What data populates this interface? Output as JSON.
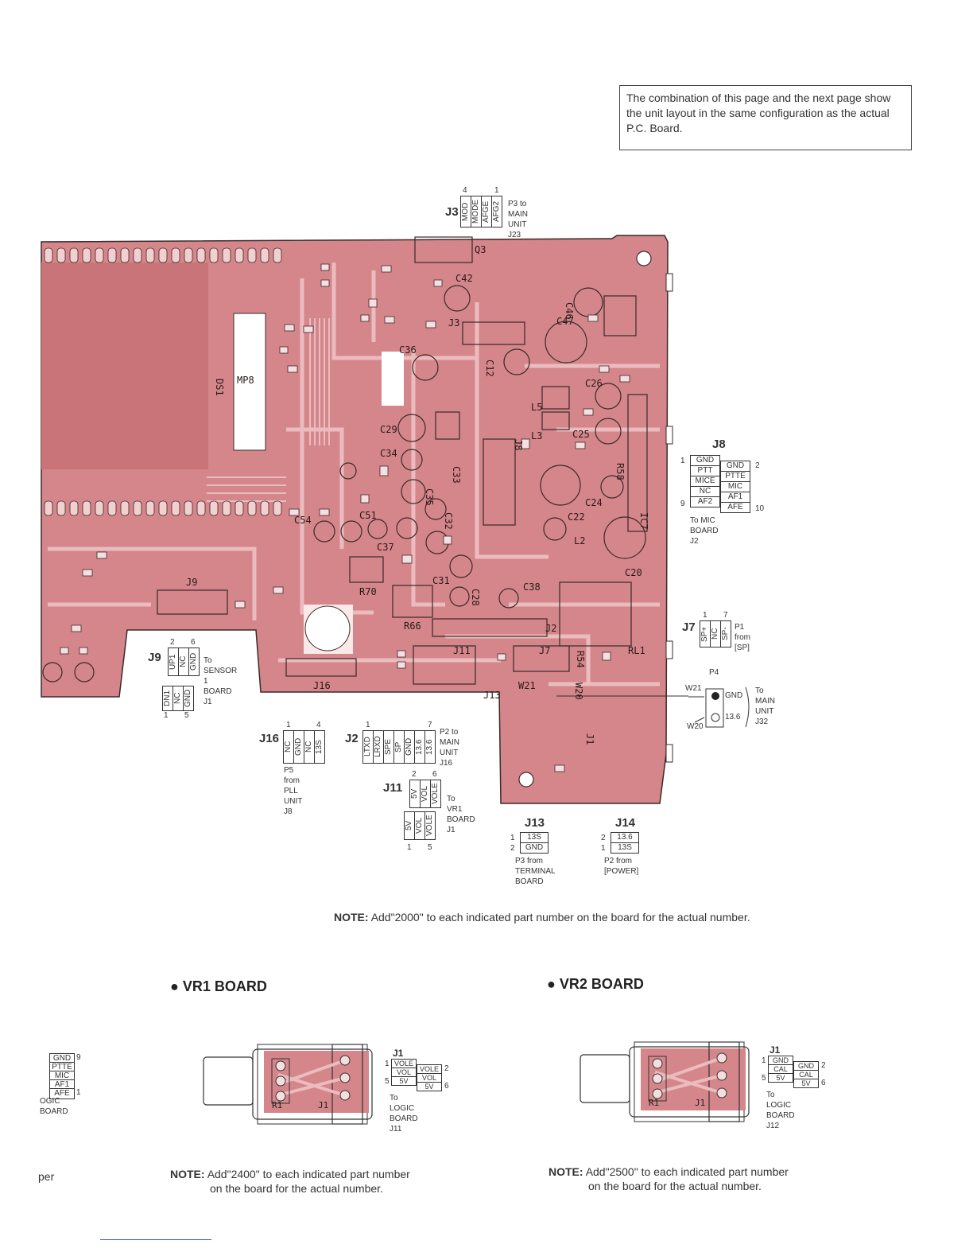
{
  "info_box": "The combination of this page and the next page show the unit layout in the same configuration as the actual P.C. Board.",
  "note_main": {
    "label": "NOTE:",
    "text": "Add\"2000\" to each indicated part number on the board for the actual number."
  },
  "note_vr1": {
    "label": "NOTE:",
    "line1": "Add\"2400\" to each indicated part number",
    "line2": "on the board for the actual number."
  },
  "note_vr2": {
    "label": "NOTE:",
    "line1": "Add\"2500\" to each indicated part number",
    "line2": "on the board for the actual number."
  },
  "vr1_title": "VR1 BOARD",
  "vr2_title": "VR2 BOARD",
  "board_labels": [
    "Q3",
    "C42",
    "C46",
    "C47",
    "J3",
    "C36",
    "C12",
    "DS1",
    "MP8",
    "C29",
    "C26",
    "L5",
    "C25",
    "L3",
    "C34",
    "C33",
    "C35",
    "C32",
    "C24",
    "C22",
    "C54",
    "C51",
    "C37",
    "C31",
    "C28",
    "C38",
    "C20",
    "J9",
    "R70",
    "R66",
    "J2",
    "J11",
    "J7",
    "RL1",
    "J16",
    "J13",
    "W21",
    "W20",
    "J1",
    "R58",
    "IC7",
    "R54",
    "J8",
    "L2"
  ],
  "j3": {
    "name": "J3",
    "pins": [
      "MOD",
      "MODE",
      "AFGE",
      "AFG2"
    ],
    "n1": "4",
    "n2": "1",
    "desc": "P3 to\nMAIN UNIT\nJ23"
  },
  "j8": {
    "name": "J8",
    "left": [
      "GND",
      "PTT",
      "MICE",
      "NC",
      "AF2"
    ],
    "right": [
      "GND",
      "PTTE",
      "MIC",
      "AF1",
      "AFE"
    ],
    "n1": "1",
    "n2": "2",
    "n9": "9",
    "n10": "10",
    "desc": "To MIC BOARD\nJ2"
  },
  "j7": {
    "name": "J7",
    "pins": [
      "SP+",
      "NC",
      "SP-"
    ],
    "n1": "1",
    "n2": "7",
    "desc": "P1\nfrom [SP]"
  },
  "p4": {
    "name": "P4",
    "w21": "W21",
    "w20": "W20",
    "gnd": "GND",
    "v136": "13.6",
    "desc": "To\nMAIN\nUNIT\nJ32"
  },
  "j9": {
    "name": "J9",
    "top": [
      "UP1",
      "NC",
      "GND"
    ],
    "bottom": [
      "DN1",
      "NC",
      "GND"
    ],
    "n2": "2",
    "n6": "6",
    "n1": "1",
    "n5": "5",
    "desc": "To\nSENSOR 1\nBOARD\nJ1"
  },
  "j16": {
    "name": "J16",
    "pins": [
      "NC",
      "GND",
      "NC",
      "13S"
    ],
    "n1": "1",
    "n4": "4",
    "desc": "P5\nfrom\nPLL UNIT\nJ8"
  },
  "j2": {
    "name": "J2",
    "pins": [
      "LTXD",
      "LRXD",
      "SPE",
      "SP",
      "GND",
      "13.6",
      "13.6"
    ],
    "n1": "1",
    "n7": "7",
    "desc": "P2 to\nMAIN UNIT\nJ16"
  },
  "j11": {
    "name": "J11",
    "top": [
      "5V",
      "VOL",
      "VOLE"
    ],
    "bottom": [
      "5V",
      "VOL",
      "VOLE"
    ],
    "n2": "2",
    "n6": "6",
    "n1": "1",
    "n5": "5",
    "desc": "To\nVR1 BOARD\nJ1"
  },
  "j13": {
    "name": "J13",
    "pins": [
      "13S",
      "GND"
    ],
    "n1": "1",
    "n2": "2",
    "desc": "P3 from\nTERMINAL BOARD"
  },
  "j14": {
    "name": "J14",
    "pins": [
      "13.6",
      "13S"
    ],
    "n2": "2",
    "n1": "1",
    "desc": "P2 from\n[POWER]"
  },
  "vr1_j1": {
    "name": "J1",
    "left": [
      "VOLE",
      "VOL",
      "5V"
    ],
    "right": [
      "VOLE",
      "VOL",
      "5V"
    ],
    "n1": "1",
    "n2": "2",
    "n5": "5",
    "n6": "6",
    "desc": "To LOGIC BOARD\nJ11",
    "r1": "R1",
    "j1": "J1"
  },
  "vr2_j1": {
    "name": "J1",
    "left": [
      "GND",
      "CAL",
      "5V"
    ],
    "right": [
      "GND",
      "CAL",
      "5V"
    ],
    "n1": "1",
    "n2": "2",
    "n5": "5",
    "n6": "6",
    "desc": "To LOGIC BOARD\nJ12",
    "r1": "R1",
    "j1": "J1"
  },
  "left_partial": {
    "pins": [
      "GND",
      "PTTE",
      "MIC",
      "AF1",
      "AFE"
    ],
    "n9": "9",
    "n1": "1",
    "desc": "OGIC BOARD",
    "edge_text": "per"
  },
  "colors": {
    "board": "#d4868a",
    "board_dark": "#c2696f",
    "trace": "#e9b3b5",
    "outline": "#3a2a2a"
  }
}
